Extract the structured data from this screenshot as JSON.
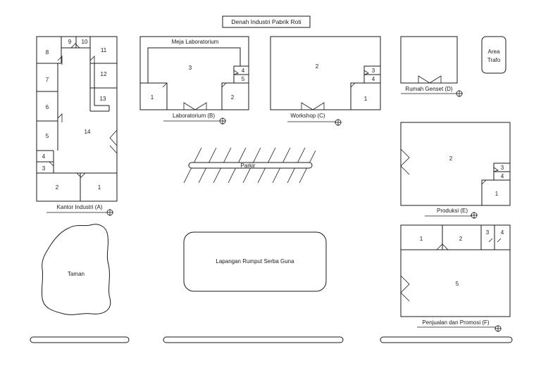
{
  "title": "Denah Industri Pabrik Roti",
  "buildings": {
    "kantor": {
      "caption": "Kantor Industri  (A)",
      "rooms": [
        "8",
        "9",
        "10",
        "11",
        "7",
        "12",
        "13",
        "6",
        "14",
        "5",
        "4",
        "3",
        "2",
        "1"
      ]
    },
    "laboratorium": {
      "caption": "Laboratorium (B)",
      "table": "Meja Laboratorium",
      "rooms": [
        "3",
        "4",
        "5",
        "1",
        "2"
      ]
    },
    "workshop": {
      "caption": "Workshop (C)",
      "rooms": [
        "2",
        "3",
        "4",
        "1"
      ]
    },
    "genset": {
      "caption": "Rumah Genset (D)"
    },
    "trafo": {
      "line1": "Area",
      "line2": "Trafo"
    },
    "produksi": {
      "caption": "Produksi (E)",
      "rooms": [
        "2",
        "3",
        "4",
        "1"
      ]
    },
    "penjualan": {
      "caption": "Penjualan dan Promosi (F)",
      "rooms": [
        "1",
        "2",
        "3",
        "4",
        "5"
      ]
    }
  },
  "parkir": "Parkir",
  "taman": "Taman",
  "lapangan": "Lapangan Rumput Serba Guna"
}
